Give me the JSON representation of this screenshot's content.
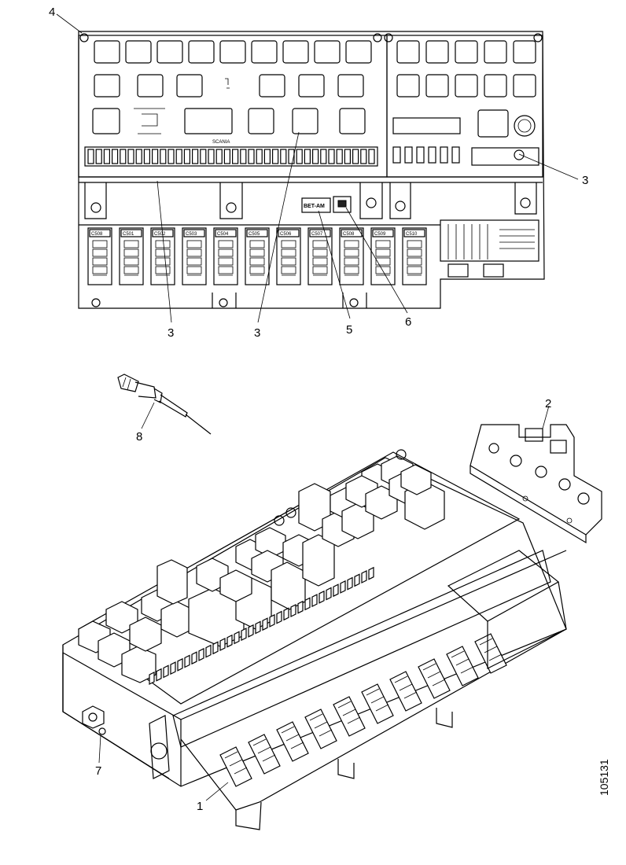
{
  "diagram": {
    "callouts": [
      {
        "id": "c4-top",
        "text": "4"
      },
      {
        "id": "c3-right",
        "text": "3"
      },
      {
        "id": "c3-bottom-left",
        "text": "3"
      },
      {
        "id": "c3-bottom-mid",
        "text": "3"
      },
      {
        "id": "c5",
        "text": "5"
      },
      {
        "id": "c6",
        "text": "6"
      },
      {
        "id": "c8",
        "text": "8"
      },
      {
        "id": "c2",
        "text": "2"
      },
      {
        "id": "c7",
        "text": "7"
      },
      {
        "id": "c1",
        "text": "1"
      }
    ],
    "fuse_labels": [
      "C508",
      "C501",
      "C502",
      "C503",
      "C504",
      "C505",
      "C506",
      "C507",
      "C508",
      "C509",
      "C510"
    ],
    "board_label": "SCANIA",
    "chip_label": "BET-AM",
    "doc_number": "105131"
  }
}
